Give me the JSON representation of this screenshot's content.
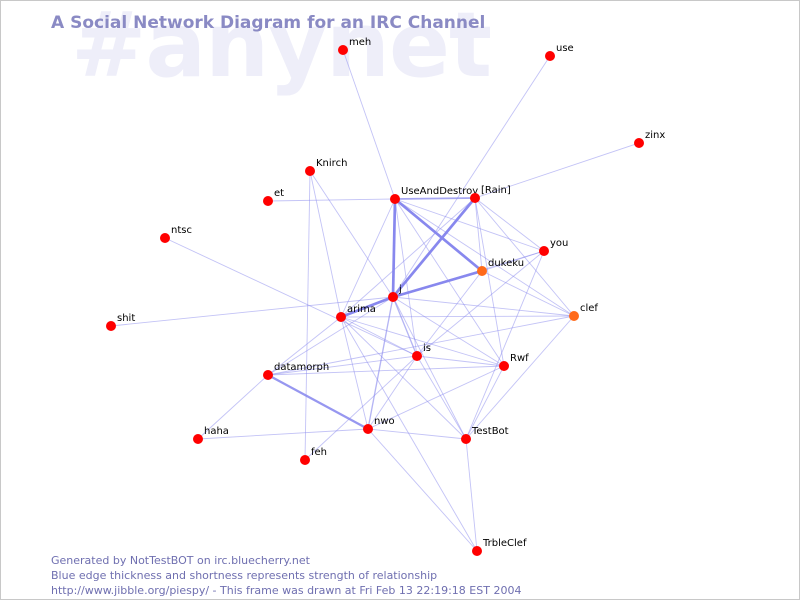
{
  "title": "A Social Network Diagram for an IRC Channel",
  "watermark": "#anynet",
  "footer": {
    "line1": "Generated by NotTestBOT on irc.bluecherry.net",
    "line2": "Blue edge thickness and shortness represents strength of relationship",
    "line3": "http://www.jibble.org/piespy/ - This frame was drawn at Fri Feb 13 22:19:18 EST 2004"
  },
  "colors": {
    "node": "#ff0000",
    "node_recent": "#ff6a1a",
    "edge": "#8888ee",
    "title": "#8a8ac4",
    "watermark": "#eeeef9"
  },
  "nodes": [
    {
      "id": "meh",
      "label": "meh"
    },
    {
      "id": "use",
      "label": "use"
    },
    {
      "id": "zinx",
      "label": "zinx"
    },
    {
      "id": "Knirch",
      "label": "Knirch"
    },
    {
      "id": "et",
      "label": "et"
    },
    {
      "id": "UseAndDestroy",
      "label": "UseAndDestroy"
    },
    {
      "id": "Rain",
      "label": "[Rain]"
    },
    {
      "id": "ntsc",
      "label": "ntsc"
    },
    {
      "id": "you",
      "label": "you"
    },
    {
      "id": "dukeku",
      "label": "dukeku",
      "recent": true
    },
    {
      "id": "j",
      "label": "j"
    },
    {
      "id": "shit",
      "label": "shit"
    },
    {
      "id": "arima",
      "label": "arima"
    },
    {
      "id": "clef",
      "label": "clef",
      "recent": true
    },
    {
      "id": "is",
      "label": "is"
    },
    {
      "id": "Rwf",
      "label": "Rwf"
    },
    {
      "id": "datamorph",
      "label": "datamorph"
    },
    {
      "id": "nwo",
      "label": "nwo"
    },
    {
      "id": "haha",
      "label": "haha"
    },
    {
      "id": "TestBot",
      "label": "TestBot"
    },
    {
      "id": "feh",
      "label": "feh"
    },
    {
      "id": "TrbleClef",
      "label": "TrbleClef"
    }
  ],
  "edges": [
    {
      "from": "meh",
      "to": "UseAndDestroy",
      "weight": 1
    },
    {
      "from": "use",
      "to": "j",
      "weight": 1
    },
    {
      "from": "zinx",
      "to": "Rain",
      "weight": 1
    },
    {
      "from": "et",
      "to": "UseAndDestroy",
      "weight": 1
    },
    {
      "from": "ntsc",
      "to": "is",
      "weight": 1
    },
    {
      "from": "shit",
      "to": "j",
      "weight": 1
    },
    {
      "from": "UseAndDestroy",
      "to": "Rain",
      "weight": 2
    },
    {
      "from": "UseAndDestroy",
      "to": "j",
      "weight": 3
    },
    {
      "from": "Rain",
      "to": "j",
      "weight": 3
    },
    {
      "from": "UseAndDestroy",
      "to": "dukeku",
      "weight": 3
    },
    {
      "from": "Rain",
      "to": "dukeku",
      "weight": 1
    },
    {
      "from": "dukeku",
      "to": "j",
      "weight": 3
    },
    {
      "from": "j",
      "to": "arima",
      "weight": 3
    },
    {
      "from": "datamorph",
      "to": "nwo",
      "weight": 2.5
    },
    {
      "from": "UseAndDestroy",
      "to": "you",
      "weight": 1
    },
    {
      "from": "UseAndDestroy",
      "to": "clef",
      "weight": 1
    },
    {
      "from": "UseAndDestroy",
      "to": "arima",
      "weight": 1
    },
    {
      "from": "UseAndDestroy",
      "to": "is",
      "weight": 1
    },
    {
      "from": "UseAndDestroy",
      "to": "Rwf",
      "weight": 1
    },
    {
      "from": "Rain",
      "to": "you",
      "weight": 1
    },
    {
      "from": "Rain",
      "to": "clef",
      "weight": 1
    },
    {
      "from": "Rain",
      "to": "Rwf",
      "weight": 1
    },
    {
      "from": "Rain",
      "to": "arima",
      "weight": 1
    },
    {
      "from": "Knirch",
      "to": "j",
      "weight": 1
    },
    {
      "from": "Knirch",
      "to": "feh",
      "weight": 1
    },
    {
      "from": "you",
      "to": "j",
      "weight": 1
    },
    {
      "from": "you",
      "to": "is",
      "weight": 1
    },
    {
      "from": "you",
      "to": "TestBot",
      "weight": 1
    },
    {
      "from": "you",
      "to": "dukeku",
      "weight": 1
    },
    {
      "from": "clef",
      "to": "j",
      "weight": 1
    },
    {
      "from": "clef",
      "to": "arima",
      "weight": 1
    },
    {
      "from": "clef",
      "to": "datamorph",
      "weight": 1
    },
    {
      "from": "clef",
      "to": "dukeku",
      "weight": 1
    },
    {
      "from": "clef",
      "to": "TestBot",
      "weight": 1
    },
    {
      "from": "dukeku",
      "to": "is",
      "weight": 1
    },
    {
      "from": "j",
      "to": "is",
      "weight": 1.5
    },
    {
      "from": "j",
      "to": "Rwf",
      "weight": 1
    },
    {
      "from": "j",
      "to": "nwo",
      "weight": 1.5
    },
    {
      "from": "j",
      "to": "datamorph",
      "weight": 1
    },
    {
      "from": "j",
      "to": "TestBot",
      "weight": 1
    },
    {
      "from": "arima",
      "to": "is",
      "weight": 1
    },
    {
      "from": "arima",
      "to": "Rwf",
      "weight": 1
    },
    {
      "from": "arima",
      "to": "nwo",
      "weight": 1
    },
    {
      "from": "arima",
      "to": "datamorph",
      "weight": 1
    },
    {
      "from": "arima",
      "to": "TestBot",
      "weight": 1
    },
    {
      "from": "arima",
      "to": "TrbleClef",
      "weight": 1
    },
    {
      "from": "arima",
      "to": "Knirch",
      "weight": 1
    },
    {
      "from": "is",
      "to": "Rwf",
      "weight": 1
    },
    {
      "from": "is",
      "to": "nwo",
      "weight": 1
    },
    {
      "from": "is",
      "to": "datamorph",
      "weight": 1
    },
    {
      "from": "is",
      "to": "TestBot",
      "weight": 1
    },
    {
      "from": "is",
      "to": "feh",
      "weight": 1
    },
    {
      "from": "Rwf",
      "to": "nwo",
      "weight": 1
    },
    {
      "from": "Rwf",
      "to": "datamorph",
      "weight": 1
    },
    {
      "from": "Rwf",
      "to": "TestBot",
      "weight": 1
    },
    {
      "from": "nwo",
      "to": "haha",
      "weight": 1
    },
    {
      "from": "nwo",
      "to": "TestBot",
      "weight": 1
    },
    {
      "from": "nwo",
      "to": "TrbleClef",
      "weight": 1
    },
    {
      "from": "datamorph",
      "to": "haha",
      "weight": 1
    },
    {
      "from": "TestBot",
      "to": "TrbleClef",
      "weight": 1
    }
  ]
}
